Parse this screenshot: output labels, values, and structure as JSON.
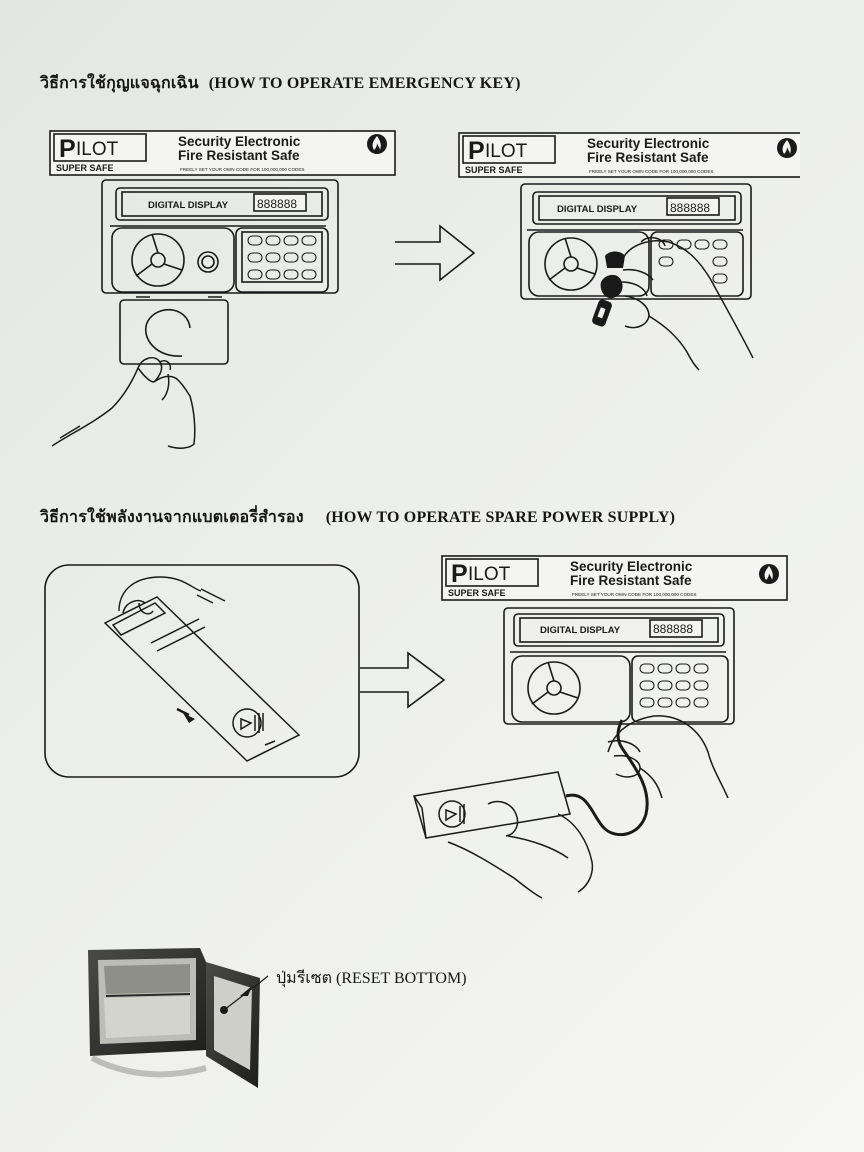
{
  "section1": {
    "heading_th": "วิธีการใช้กุญแจฉุกเฉิน",
    "heading_en": "(HOW TO OPERATE EMERGENCY KEY)"
  },
  "section2": {
    "heading_th": "วิธีการใช้พลังงานจากแบตเตอรี่สำรอง",
    "heading_en": "(HOW TO OPERATE SPARE POWER SUPPLY)"
  },
  "safe_panel": {
    "brand_initial": "P",
    "brand_rest": "ILOT",
    "brand_sub": "SUPER SAFE",
    "title_line1": "Security Electronic",
    "title_line2": "Fire Resistant Safe",
    "tagline": "FREELY SET YOUR OWN CODE FOR 100,000,000 CODES",
    "display_label": "DIGITAL DISPLAY",
    "display_digits": "888888"
  },
  "reset": {
    "label_th": "ปุ่มรีเซต",
    "label_en": "(RESET BOTTOM)"
  },
  "colors": {
    "ink": "#1a1a1a",
    "paper": "#eceeea"
  }
}
